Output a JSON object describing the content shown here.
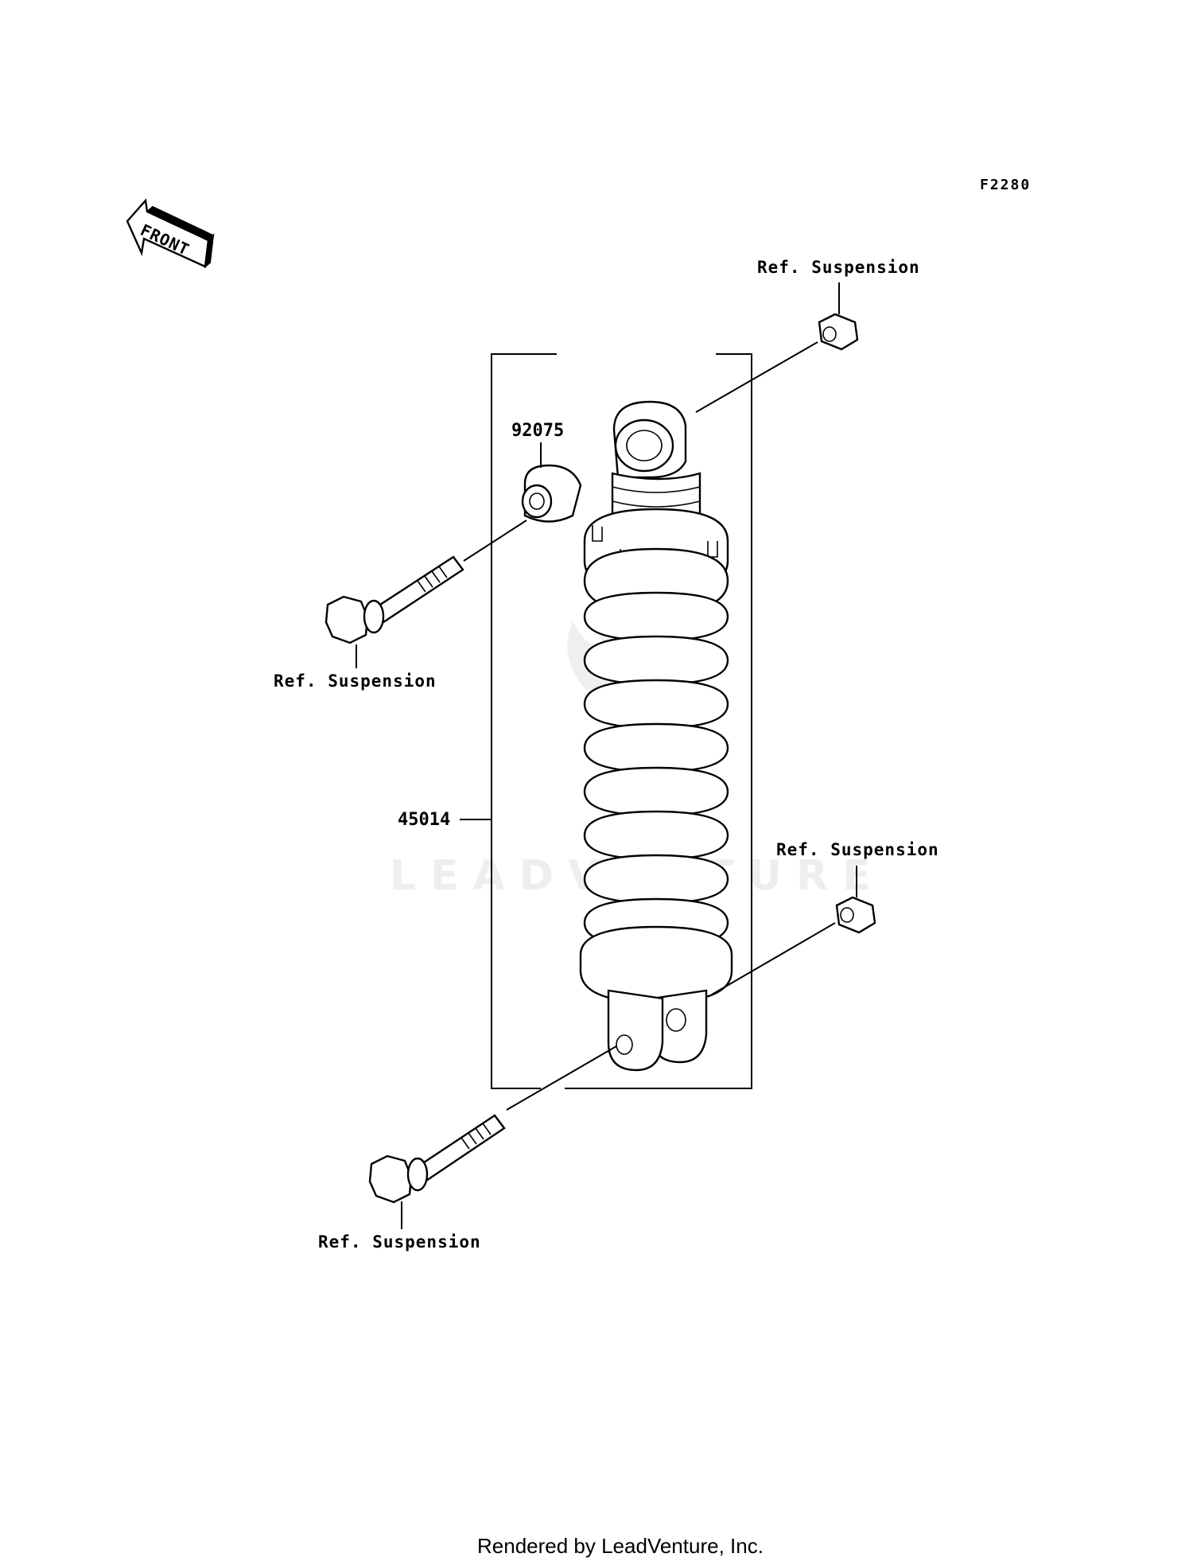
{
  "diagram_code": "F2280",
  "front_arrow_label": "FRONT",
  "watermark_text": "LEADVENTURE",
  "callouts": {
    "top_nut": "Ref. Suspension",
    "upper_bolt": "Ref. Suspension",
    "lower_nut": "Ref. Suspension",
    "lower_bolt": "Ref. Suspension",
    "collar": "92075",
    "shock_assembly": "45014"
  },
  "footer": "Rendered by LeadVenture, Inc."
}
